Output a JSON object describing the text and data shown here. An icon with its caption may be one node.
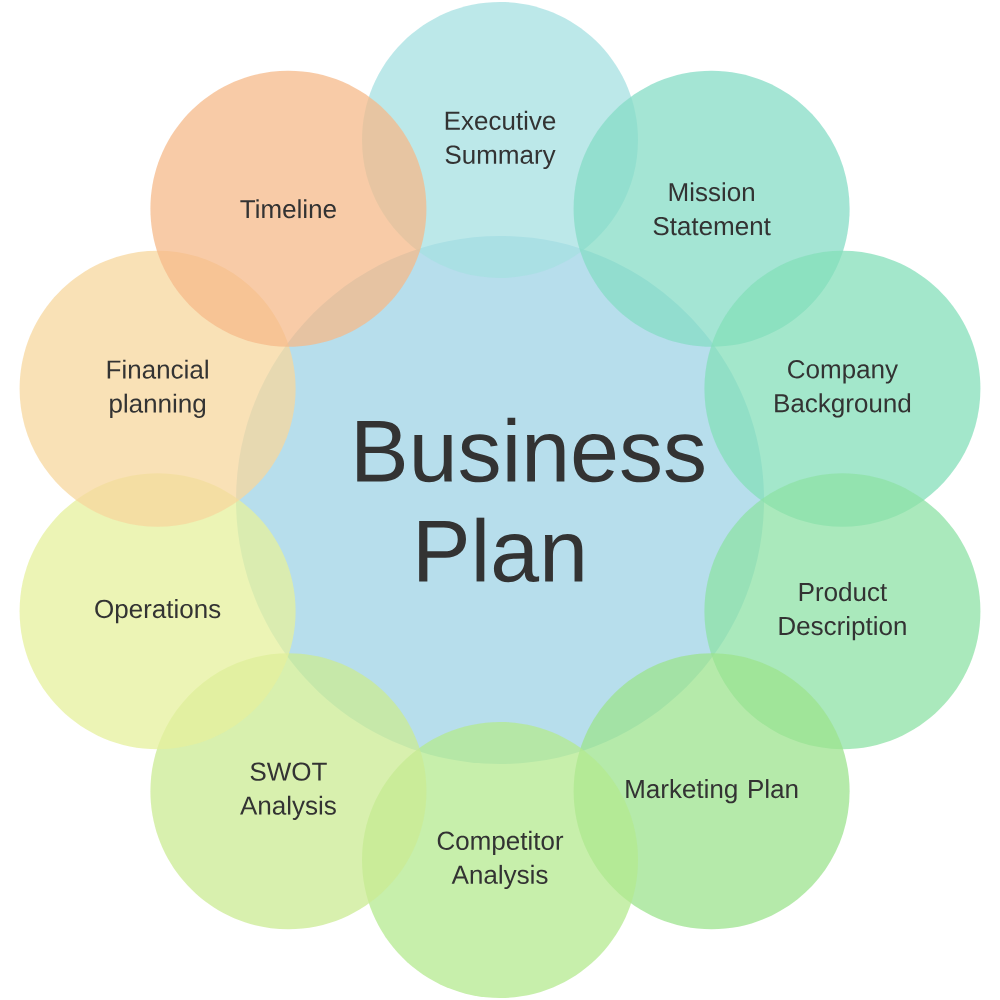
{
  "diagram": {
    "nodes": [
      {
        "text": [
          "Business Plan"
        ]
      },
      {
        "text": [
          "Executive Summary"
        ]
      },
      {
        "text": [
          "Mission Statement"
        ]
      },
      {
        "text": [
          "Company Background"
        ]
      },
      {
        "text": [
          "Product Description"
        ]
      },
      {
        "text": [
          "Marketing Plan"
        ]
      },
      {
        "text": [
          "Competitor Analysis"
        ]
      },
      {
        "text": [
          "SWOT Analysis"
        ]
      },
      {
        "text": [
          "Operations"
        ]
      },
      {
        "text": [
          "Financial planning"
        ]
      },
      {
        "text": [
          "Timeline"
        ]
      }
    ]
  }
}
